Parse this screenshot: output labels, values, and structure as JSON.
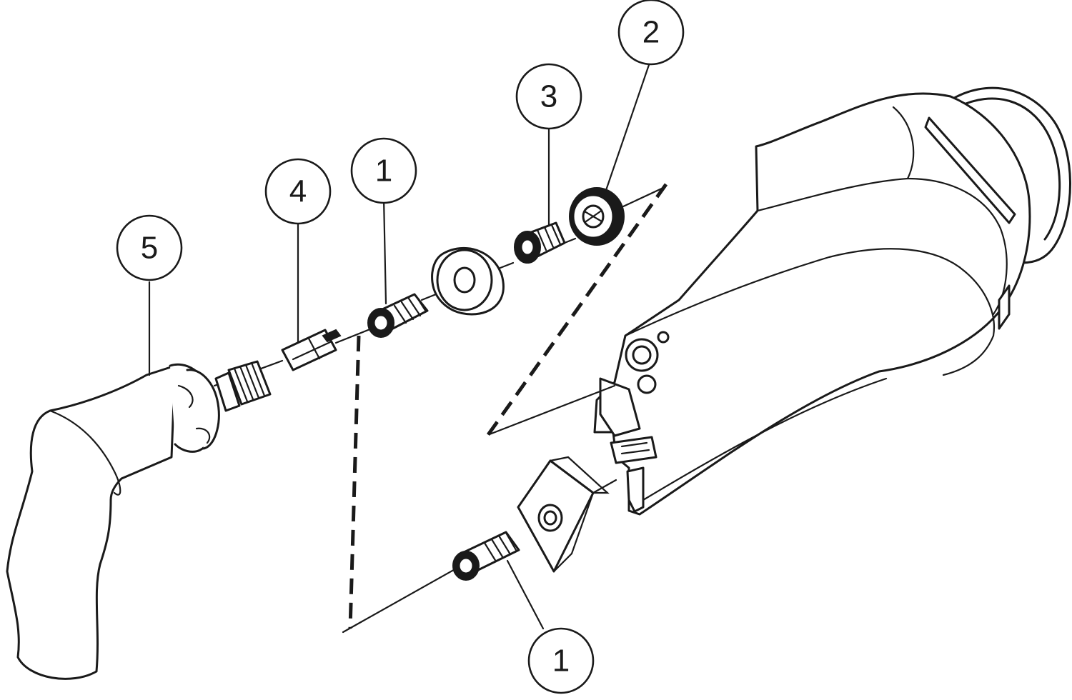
{
  "diagram": {
    "callouts": [
      {
        "id": "callout-5",
        "label": "5"
      },
      {
        "id": "callout-4",
        "label": "4"
      },
      {
        "id": "callout-1-top",
        "label": "1"
      },
      {
        "id": "callout-3",
        "label": "3"
      },
      {
        "id": "callout-2",
        "label": "2"
      },
      {
        "id": "callout-1-bottom",
        "label": "1"
      }
    ],
    "colors": {
      "ink": "#1a1a1a",
      "background": "#ffffff"
    }
  }
}
